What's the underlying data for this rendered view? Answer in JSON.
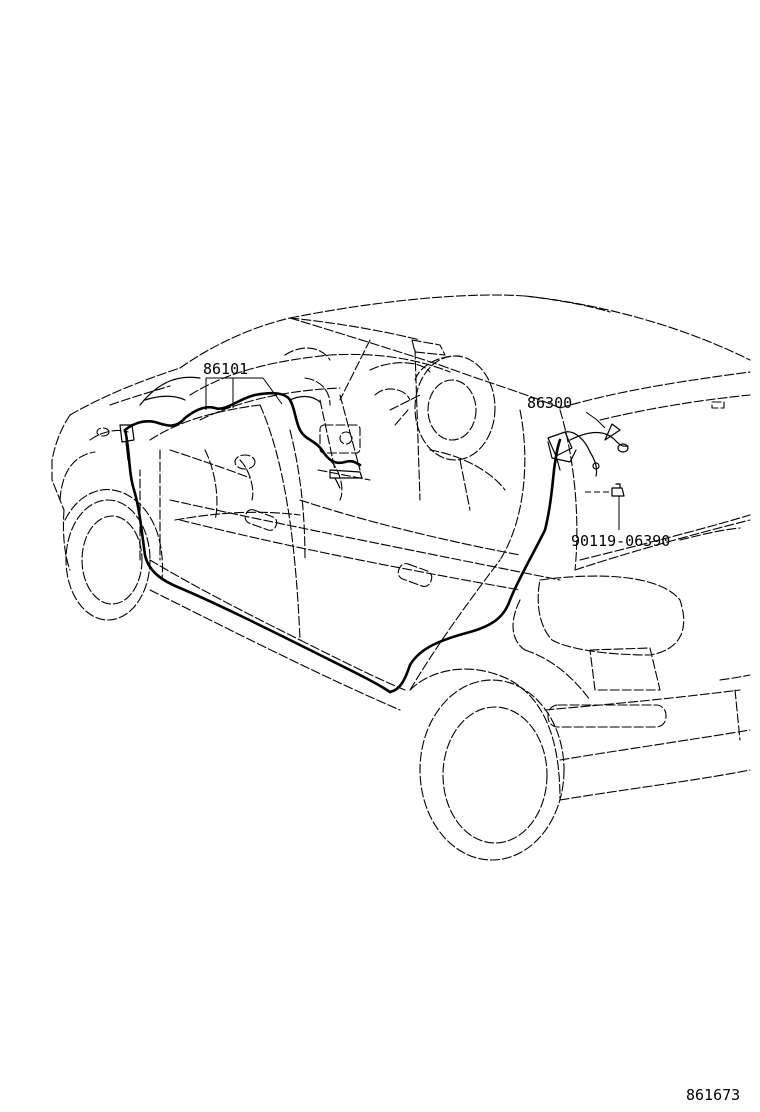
{
  "diagram": {
    "part_labels": {
      "p1": "86101",
      "p2": "86300",
      "p3": "90119-06390"
    },
    "figure_number": "861673"
  }
}
